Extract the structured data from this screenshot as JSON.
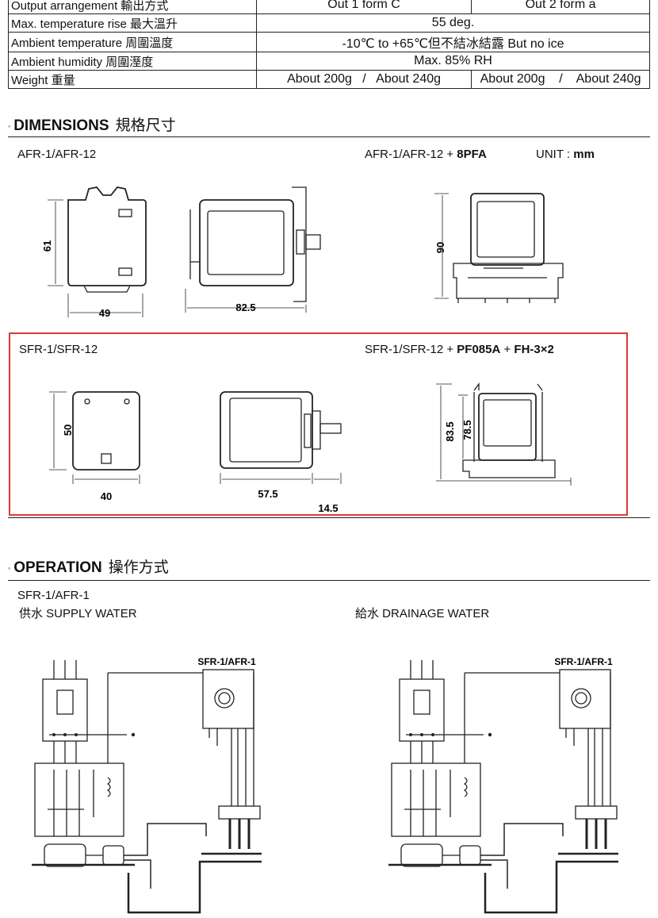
{
  "spec_table": {
    "rows": [
      {
        "label": "Output arrangement 輸出方式",
        "c1": "Out 1 form C",
        "c2": "Out 2 form a"
      },
      {
        "label": "Max. temperature rise 最大溫升",
        "merged": "55 deg."
      },
      {
        "label": "Ambient temperature 周圍溫度",
        "merged": "-10℃  to +65℃但不結冰結露 But no ice"
      },
      {
        "label": "Ambient humidity 周圍溼度",
        "merged": "Max. 85% RH"
      },
      {
        "label": "Weight  重量",
        "w1": "About 200g",
        "w2": "About 240g",
        "w3": "About 200g",
        "w4": "About 240g",
        "sep": "/"
      }
    ]
  },
  "dimensions": {
    "title": "DIMENSIONS",
    "title_zh": "規格尺寸",
    "afr_label": "AFR-1/AFR-12",
    "afr_pfa_prefix": "AFR-1/AFR-12 + ",
    "afr_pfa_bold": "8PFA",
    "unit_prefix": "UNIT : ",
    "unit_bold": "mm",
    "afr_dims": {
      "h": "61",
      "w": "49",
      "d": "82.5",
      "base_h": "90"
    },
    "sfr_label": "SFR-1/SFR-12",
    "sfr_pf_prefix": "SFR-1/SFR-12 + ",
    "sfr_pf_bold1": "PF085A",
    "sfr_pf_plus": " + ",
    "sfr_pf_bold2": "FH-3×2",
    "sfr_dims": {
      "h": "50",
      "w": "40",
      "d": "57.5",
      "pin": "14.5",
      "h1": "83.5",
      "h2": "78.5"
    }
  },
  "operation": {
    "title": "OPERATION",
    "title_zh": "操作方式",
    "model": "SFR-1/AFR-1",
    "supply": "供水  SUPPLY WATER",
    "drainage": "給水  DRAINAGE WATER",
    "diagram_label": "SFR-1/AFR-1"
  }
}
